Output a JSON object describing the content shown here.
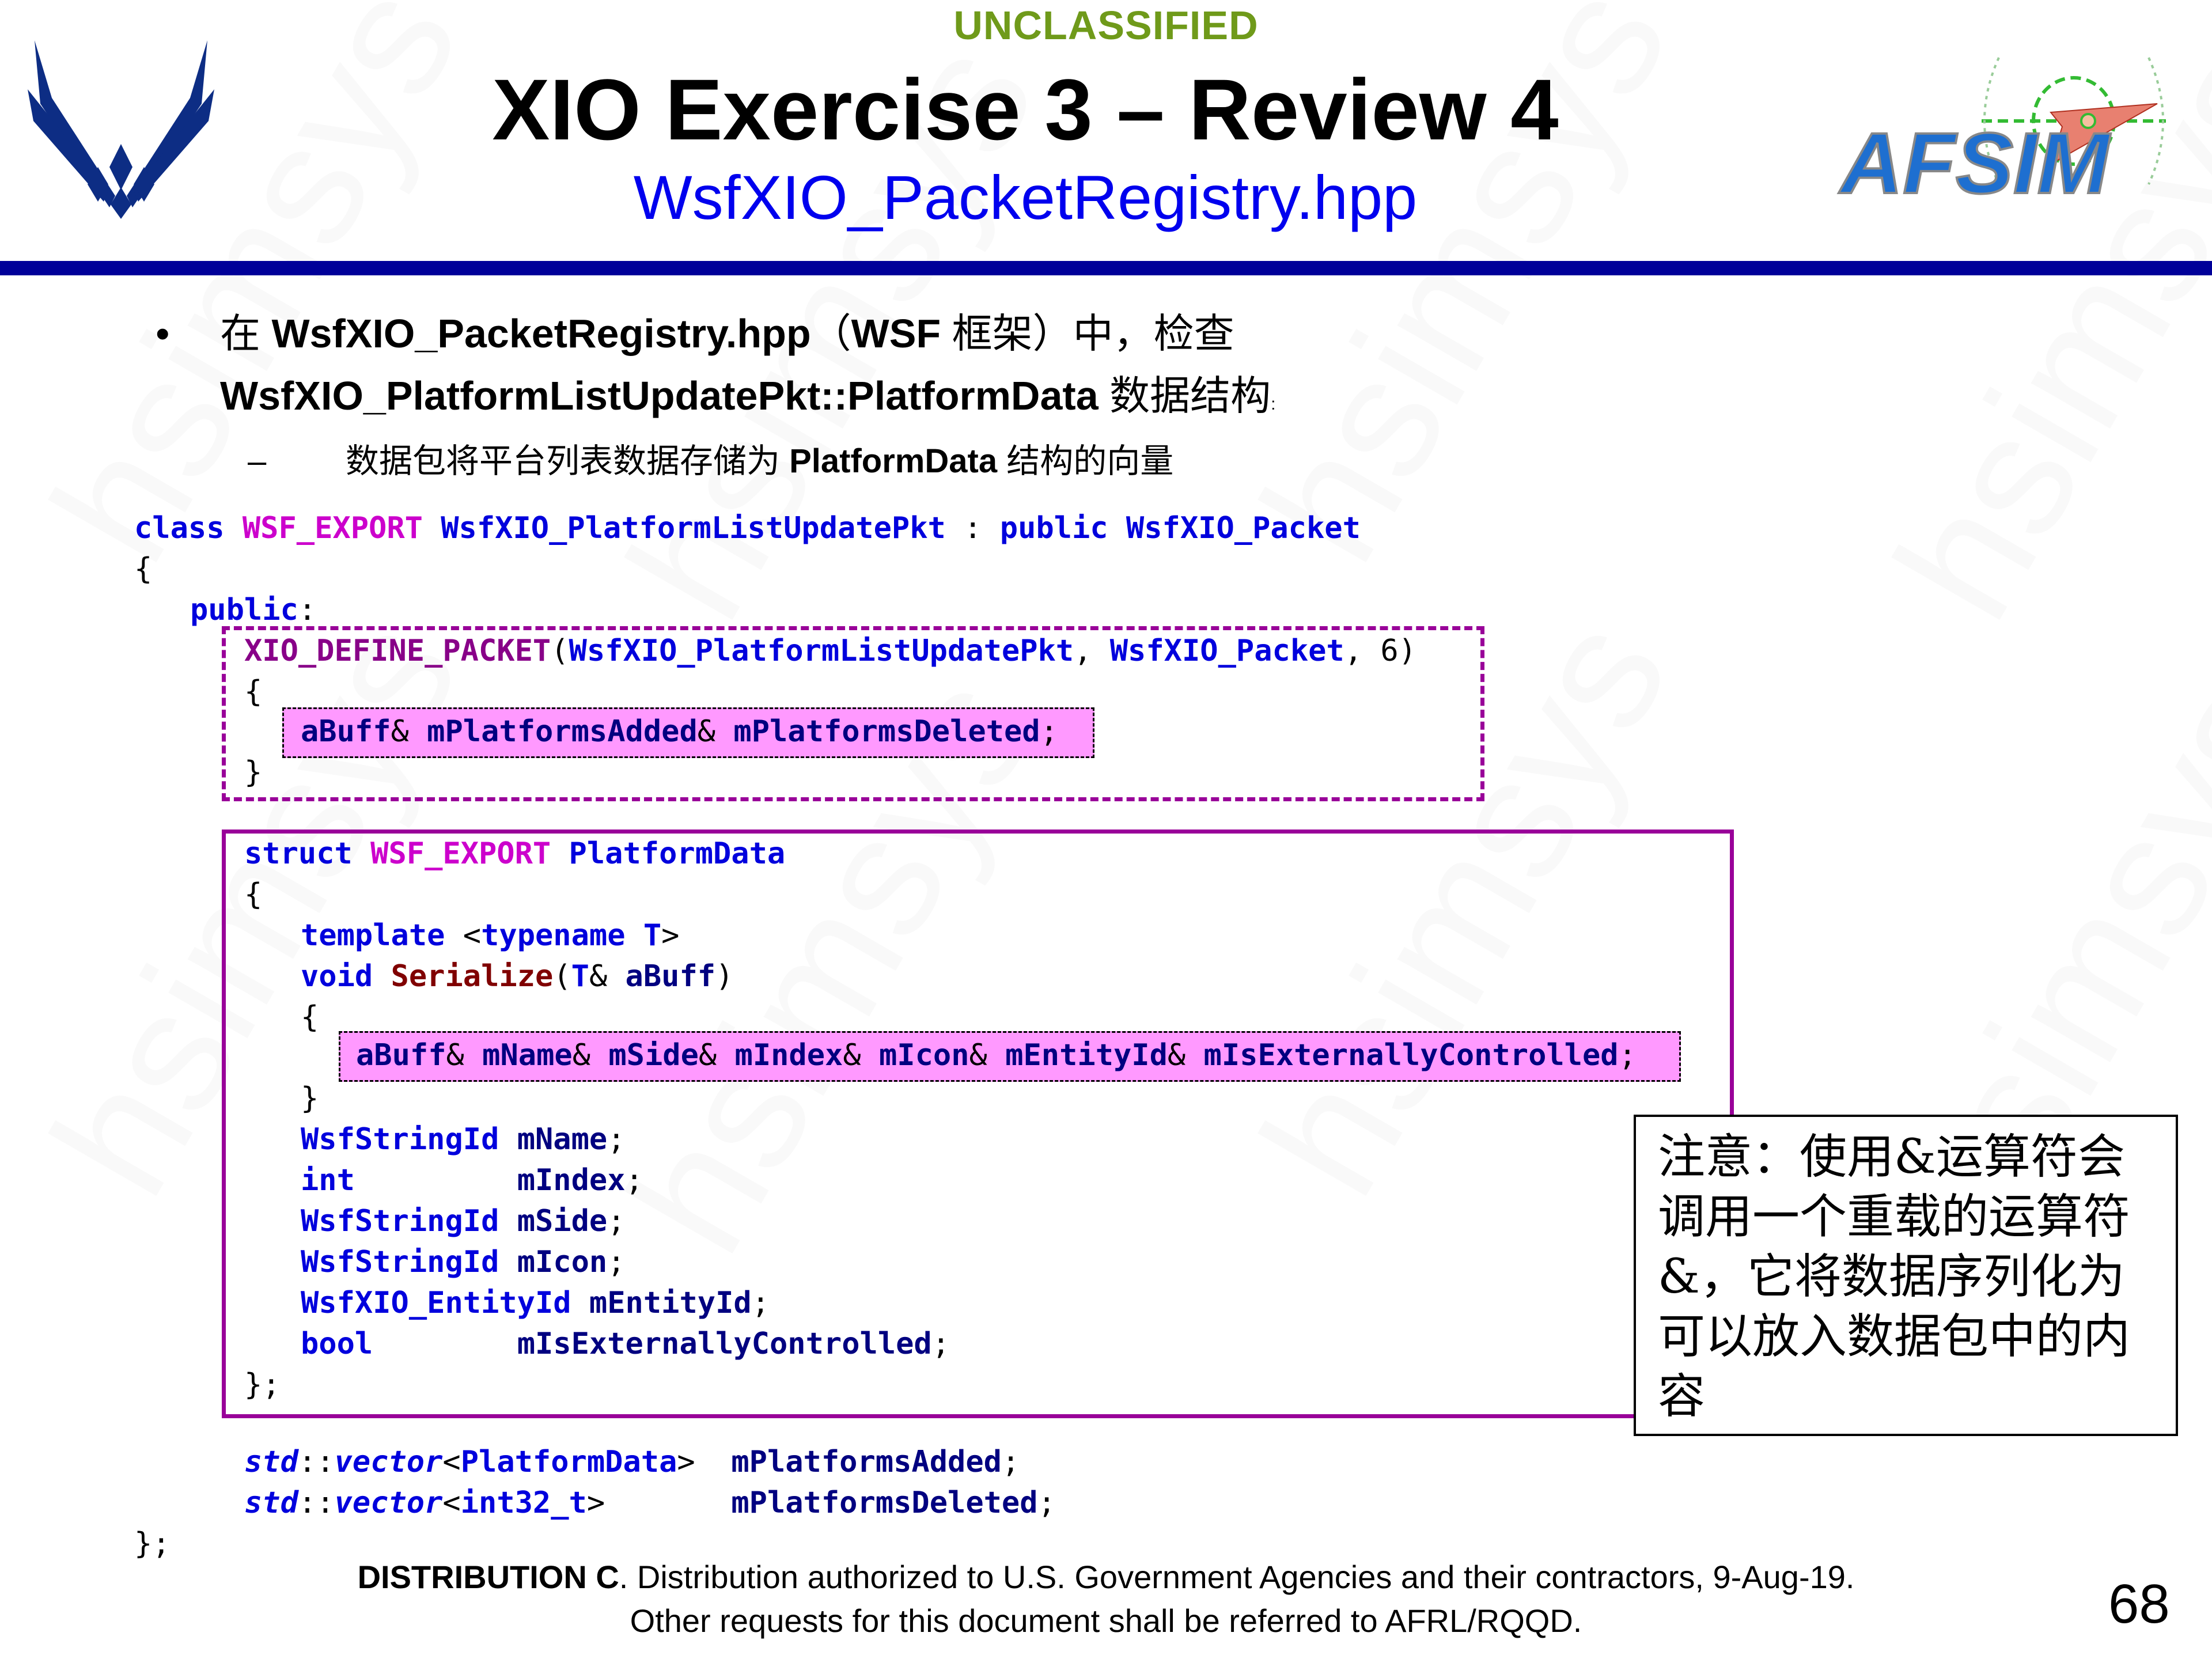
{
  "header": {
    "classification": "UNCLASSIFIED",
    "title": "XIO Exercise 3 – Review 4",
    "subtitle": "WsfXIO_PacketRegistry.hpp",
    "left_logo": "us-air-force-wings-icon",
    "right_logo": "afsim-logo",
    "right_logo_text": "AFSIM",
    "bar_color": "#000099",
    "classification_color": "#6f9a1a"
  },
  "bullets": {
    "main_prefix": "在 ",
    "main_bold1": "WsfXIO_PacketRegistry.hpp",
    "main_mid": "（",
    "main_bold2": "WSF",
    "main_mid2": " 框架）中，检查",
    "main_line2_bold": "WsfXIO_PlatformListUpdatePkt::PlatformData",
    "main_line2_rest": " 数据结构",
    "main_line2_colon": ":",
    "sub_dash": "–",
    "sub_prefix": "数据包将平台列表数据存储为 ",
    "sub_bold": "PlatformData",
    "sub_suffix": " 结构的向量",
    "bullet_char": "•"
  },
  "code": {
    "l1": {
      "kw": "class",
      "mac": "WSF_EXPORT",
      "name": "WsfXIO_PlatformListUpdatePkt",
      "colon": " : ",
      "kw2": "public",
      "base": "WsfXIO_Packet"
    },
    "l2": "{",
    "l3": {
      "kw": "public",
      "colon": ":"
    },
    "l4": {
      "mac": "XIO_DEFINE_PACKET",
      "open": "(",
      "a1": "WsfXIO_PlatformListUpdatePkt",
      "c1": ", ",
      "a2": "WsfXIO_Packet",
      "c2": ", 6)"
    },
    "l5": "{",
    "l6": {
      "a": "aBuff",
      "amp": "&",
      "b": " mPlatformsAdded",
      "c": " mPlatformsDeleted",
      "semi": ";"
    },
    "l7": "}",
    "s1": {
      "kw": "struct",
      "mac": "WSF_EXPORT",
      "name": "PlatformData"
    },
    "s2": "{",
    "s3": {
      "kw": "template",
      "lt": " <",
      "kw2": "typename",
      "t": " T",
      "gt": ">"
    },
    "s4": {
      "kw": "void",
      "fn": "Serialize",
      "open": "(",
      "t": "T",
      "amp": "&",
      "arg": " aBuff",
      "close": ")"
    },
    "s5": "{",
    "s6": {
      "parts": [
        "aBuff",
        "mName",
        "mSide",
        "mIndex",
        "mIcon",
        "mEntityId",
        "mIsExternallyControlled"
      ],
      "amp": "&",
      "semi": ";"
    },
    "s7": "}",
    "members": [
      {
        "type": "WsfStringId",
        "pad": " ",
        "name": "mName",
        "semi": ";"
      },
      {
        "type": "int",
        "pad": "         ",
        "name": "mIndex",
        "semi": ";"
      },
      {
        "type": "WsfStringId",
        "pad": " ",
        "name": "mSide",
        "semi": ";"
      },
      {
        "type": "WsfStringId",
        "pad": " ",
        "name": "mIcon",
        "semi": ";"
      },
      {
        "type": "WsfXIO_EntityId",
        "pad": " ",
        "name": "mEntityId",
        "semi": ";"
      },
      {
        "type": "bool",
        "pad": "        ",
        "name": "mIsExternallyControlled",
        "semi": ";"
      }
    ],
    "s_end": "};",
    "v1": {
      "ns": "std",
      "sep": "::",
      "tmpl": "vector",
      "lt": "<",
      "arg": "PlatformData",
      "gt": ">",
      "pad": "  ",
      "name": "mPlatformsAdded",
      "semi": ";"
    },
    "v2": {
      "ns": "std",
      "sep": "::",
      "tmpl": "vector",
      "lt": "<",
      "arg": "int32_t",
      "gt": ">",
      "pad": "       ",
      "name": "mPlatformsDeleted",
      "semi": ";"
    },
    "end": "};"
  },
  "callout": {
    "lines": [
      "注意：使用&运算符会",
      "调用一个重载的运算符",
      "&，它将数据序列化为",
      "可以放入数据包中的内",
      "容"
    ]
  },
  "footer": {
    "bold": "DISTRIBUTION C",
    "line1_rest": ". Distribution authorized to U.S. Government Agencies and their contractors, 9-Aug-19.",
    "line2": "Other requests for this document shall be referred to AFRL/RQQD."
  },
  "page_number": "68",
  "watermark": "hsimsys",
  "colors": {
    "keyword": "#0000dd",
    "macro": "#cc00cc",
    "macro_dark": "#880088",
    "function": "#800000",
    "identifier": "#000080",
    "highlight": "#ff99ff",
    "box_border": "#990099"
  }
}
